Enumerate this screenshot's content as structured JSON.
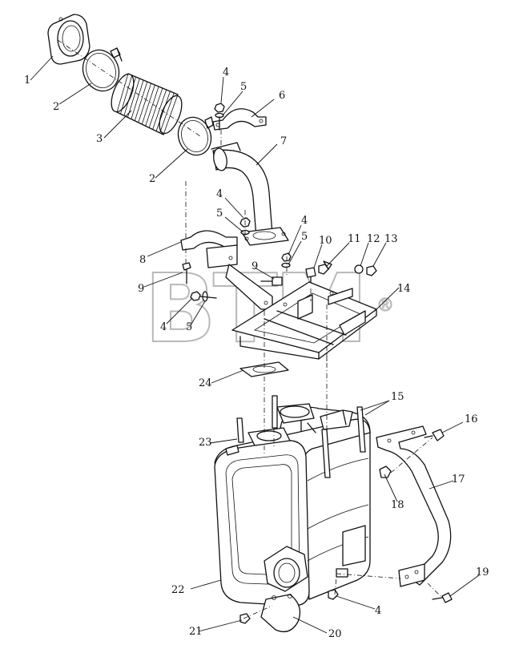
{
  "watermark": {
    "text": "BTM",
    "mark": "®"
  },
  "callouts": [
    "1",
    "2",
    "3",
    "2",
    "4",
    "5",
    "6",
    "7",
    "4",
    "5",
    "4",
    "5",
    "10",
    "11",
    "12",
    "13",
    "8",
    "9",
    "9",
    "14",
    "4",
    "5",
    "24",
    "15",
    "16",
    "23",
    "17",
    "18",
    "22",
    "19",
    "4",
    "21",
    "20"
  ]
}
